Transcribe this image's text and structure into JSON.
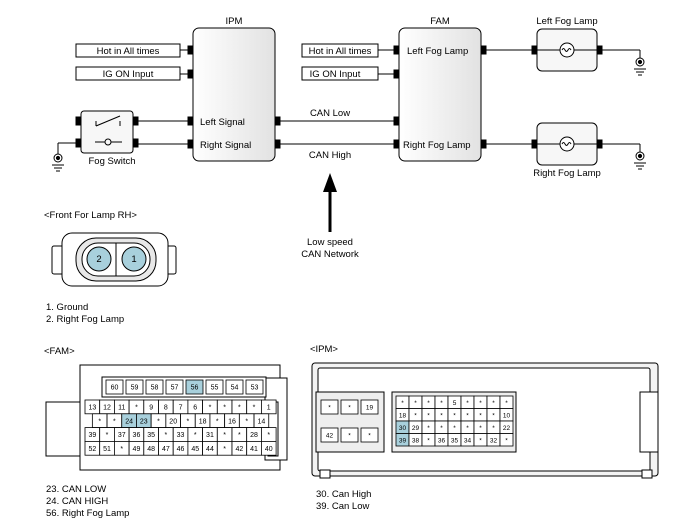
{
  "wiring": {
    "ipm_title": "IPM",
    "fam_title": "FAM",
    "left_fog_lamp_title": "Left Fog Lamp",
    "right_fog_lamp_title": "Right Fog Lamp",
    "ipm_hot_label": "Hot in All times",
    "ipm_ig_label": "IG ON Input",
    "fam_hot_label": "Hot in All times",
    "fam_ig_label": "IG ON Input",
    "ipm_left_signal": "Left Signal",
    "ipm_right_signal": "Right Signal",
    "fam_left_fog": "Left Fog Lamp",
    "fam_right_fog": "Right Fog Lamp",
    "can_low": "CAN Low",
    "can_high": "CAN High",
    "fog_switch": "Fog Switch",
    "network_line1": "Low speed",
    "network_line2": "CAN Network"
  },
  "front_connector": {
    "title": "<Front For Lamp RH>",
    "pins": [
      "2",
      "1"
    ],
    "legend": [
      "1. Ground",
      "2. Right Fog Lamp"
    ]
  },
  "fam_connector": {
    "title": "<FAM>",
    "top_row": [
      "60",
      "59",
      "58",
      "57",
      "56",
      "55",
      "54",
      "53"
    ],
    "rows": [
      [
        "13",
        "12",
        "11",
        "*",
        "9",
        "8",
        "7",
        "6",
        "*",
        "*",
        "*",
        "*",
        "1"
      ],
      [
        "*",
        "*",
        "24",
        "23",
        "*",
        "20",
        "*",
        "18",
        "*",
        "16",
        "*",
        "14"
      ],
      [
        "39",
        "*",
        "37",
        "36",
        "35",
        "*",
        "33",
        "*",
        "31",
        "*",
        "*",
        "28",
        "*"
      ],
      [
        "52",
        "51",
        "*",
        "49",
        "48",
        "47",
        "46",
        "45",
        "44",
        "*",
        "42",
        "41",
        "40"
      ]
    ],
    "legend": [
      "23. CAN LOW",
      "24. CAN HIGH",
      "56. Right Fog Lamp"
    ]
  },
  "ipm_connector": {
    "title": "<IPM>",
    "left_top": [
      "*",
      "*",
      "19"
    ],
    "left_bottom": [
      "42",
      "*",
      "*"
    ],
    "grid": [
      [
        "*",
        "*",
        "*",
        "*",
        "5",
        "*",
        "*",
        "*",
        "*"
      ],
      [
        "18",
        "*",
        "*",
        "*",
        "*",
        "*",
        "*",
        "*",
        "10"
      ],
      [
        "30",
        "29",
        "*",
        "*",
        "*",
        "*",
        "*",
        "*",
        "22"
      ],
      [
        "39",
        "38",
        "*",
        "36",
        "35",
        "34",
        "*",
        "32",
        "*"
      ]
    ],
    "legend": [
      "30. Can High",
      "39. Can Low"
    ]
  },
  "colors": {
    "line": "#000000",
    "module_fill": "#f2f2f2",
    "highlight": "#a8d0dc",
    "connector_fill": "#ffffff",
    "connector_shade": "#d8d8d8"
  }
}
